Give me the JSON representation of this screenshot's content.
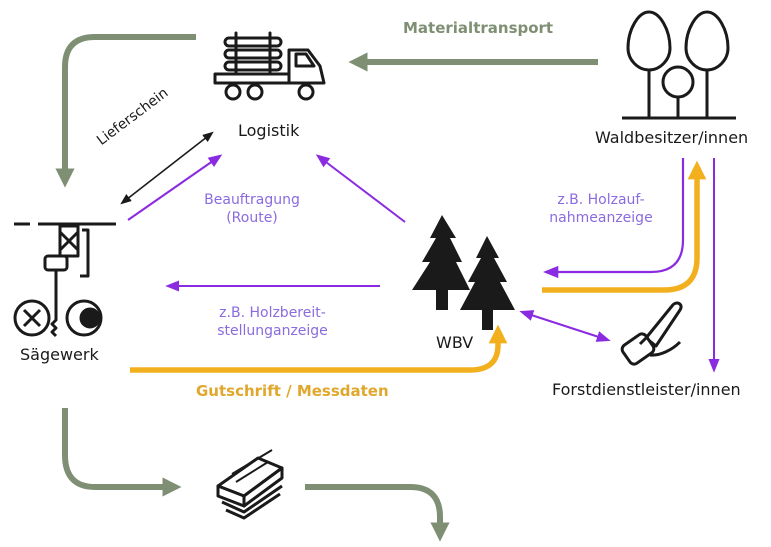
{
  "nodes": {
    "logistik": "Logistik",
    "waldbesitzer": "Waldbesitzer/innen",
    "saegewerk": "Sägewerk",
    "wbv": "WBV",
    "forstdienstleister": "Forstdienstleister/innen"
  },
  "edges": {
    "materialtransport": "Materialtransport",
    "lieferschein": "Lieferschein",
    "beauftragung_1": "Beauftragung",
    "beauftragung_2": "(Route)",
    "holzaufnahme_1": "z.B. Holzauf-",
    "holzaufnahme_2": "nahmeanzeige",
    "holzbereit_1": "z.B. Holzbereit-",
    "holzbereit_2": "stellunganzeige",
    "gutschrift": "Gutschrift / Messdaten"
  },
  "colors": {
    "green": "#7f8f74",
    "purple": "#8a2be2",
    "orange": "#f2b01e",
    "black": "#1a1a1a"
  }
}
